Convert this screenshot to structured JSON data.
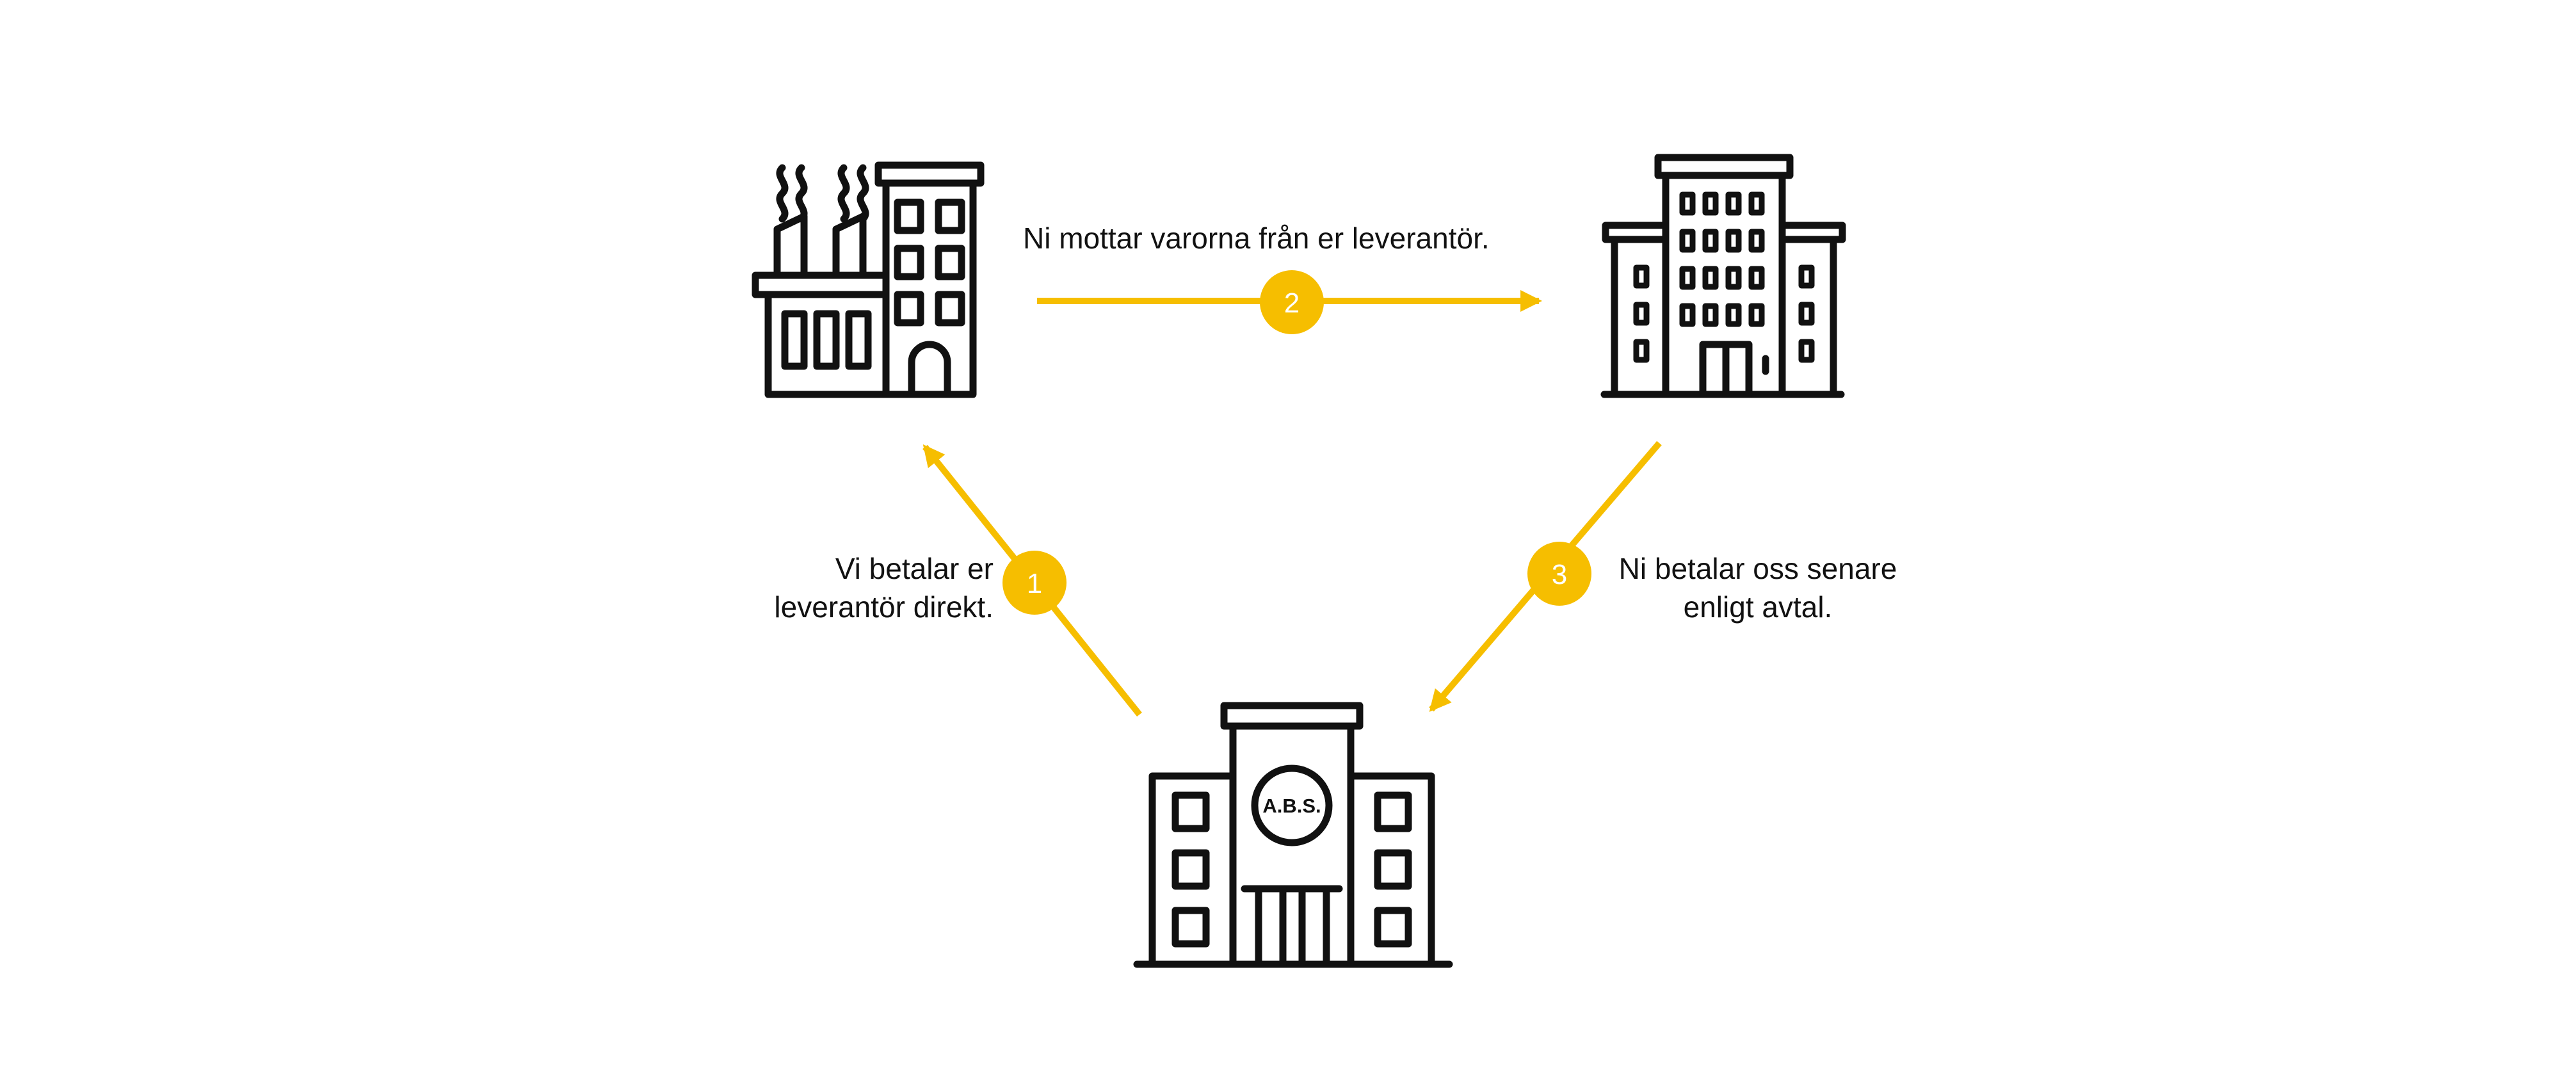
{
  "colors": {
    "accent": "#F6BE00",
    "ink": "#111111",
    "background": "#ffffff"
  },
  "nodes": {
    "supplier": {
      "icon": "factory-icon"
    },
    "customer": {
      "icon": "office-building-icon"
    },
    "company": {
      "icon": "company-building-icon",
      "label": "A.B.S."
    }
  },
  "steps": [
    {
      "number": "1",
      "lines": [
        "Vi betalar er",
        "leverantör direkt."
      ]
    },
    {
      "number": "2",
      "lines": [
        "Ni mottar varorna från er leverantör."
      ]
    },
    {
      "number": "3",
      "lines": [
        "Ni betalar oss senare",
        "enligt avtal."
      ]
    }
  ]
}
